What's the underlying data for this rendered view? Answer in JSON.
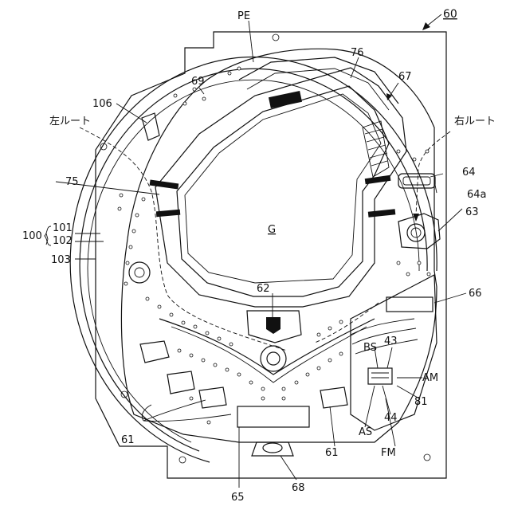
{
  "figure": {
    "ref": "60",
    "center_label": "G",
    "route_left": "左ルート",
    "route_right": "右ルート",
    "brace_label": "100"
  },
  "labels": {
    "PE": "PE",
    "r76": "76",
    "r67": "67",
    "r69": "69",
    "r106": "106",
    "r75": "75",
    "r101": "101",
    "r102": "102",
    "r103": "103",
    "r64": "64",
    "r64a": "64a",
    "r63": "63",
    "r62": "62",
    "r66": "66",
    "BS": "BS",
    "r43": "43",
    "AM": "AM",
    "r81": "81",
    "r44": "44",
    "AS": "AS",
    "FM": "FM",
    "r61a": "61",
    "r61b": "61",
    "r65": "65",
    "r68": "68"
  }
}
